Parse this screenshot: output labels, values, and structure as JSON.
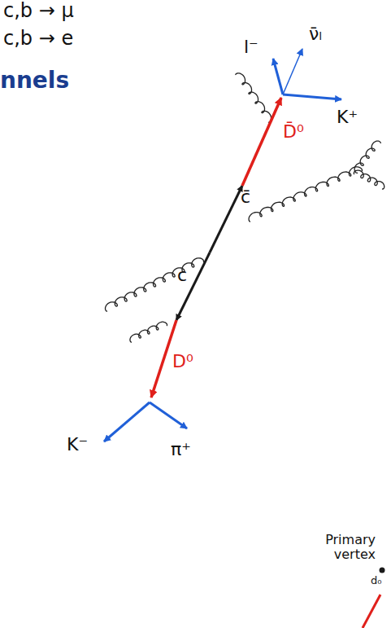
{
  "diagram": {
    "labels": [
      "c,b → μ",
      "c,b → e",
      "nnels",
      "l⁻",
      "ν̄ₗ",
      "K⁺",
      "D̄⁰",
      "c̄",
      "c",
      "D⁰",
      "K⁻",
      "π⁺",
      "Primary vertex",
      "d₀"
    ]
  }
}
